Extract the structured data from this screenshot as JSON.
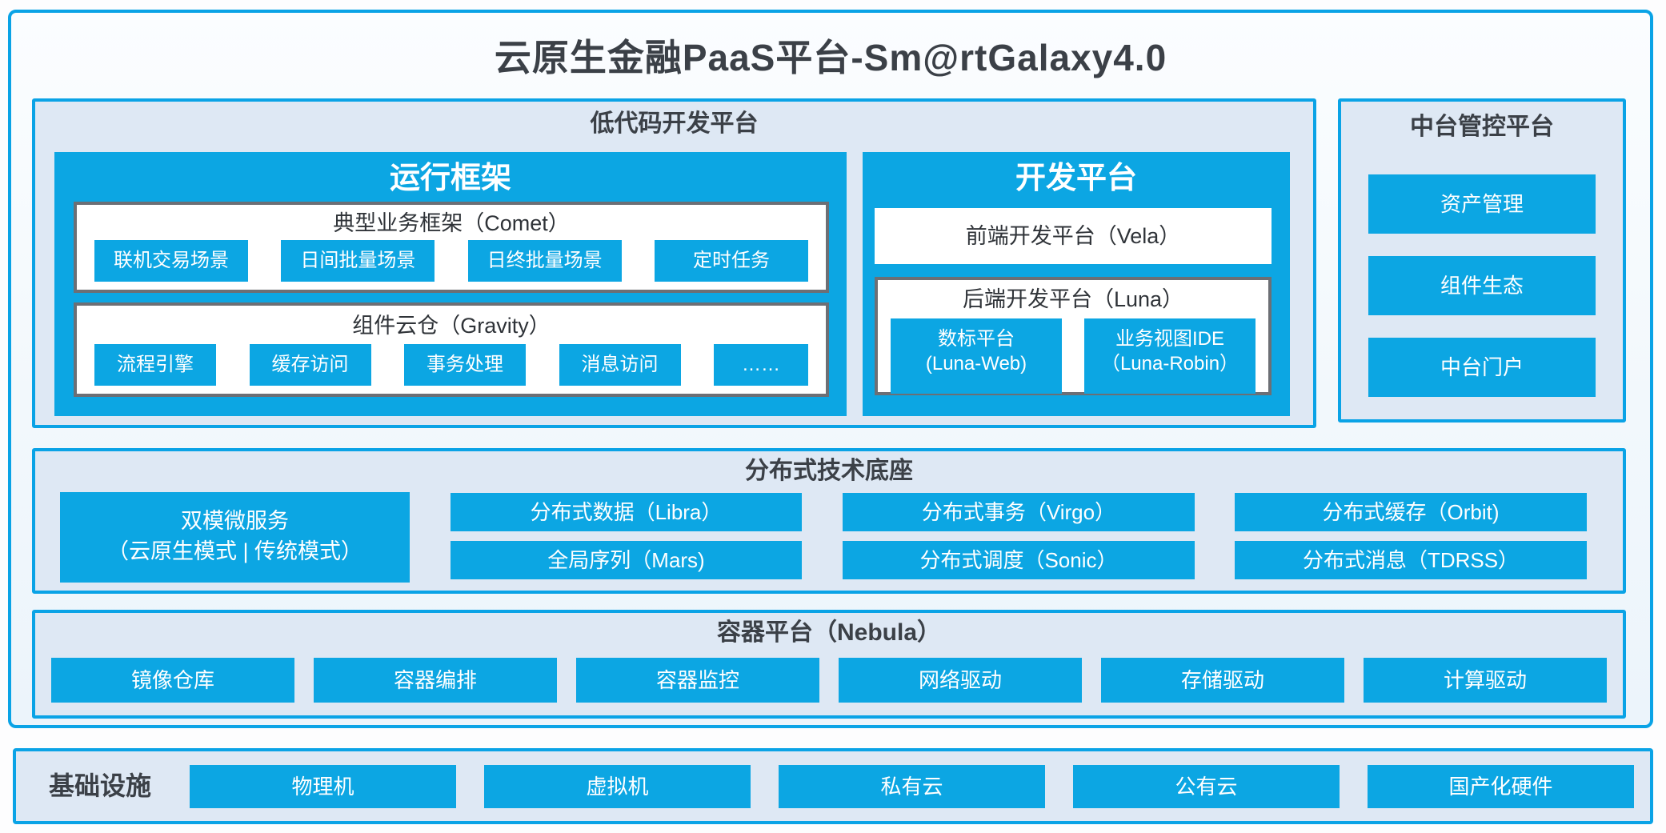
{
  "page": {
    "title": "云原生金融PaaS平台-Sm@rtGalaxy4.0"
  },
  "colors": {
    "accent": "#0CA6E3",
    "border": "#0AA3E6",
    "panel_bg": "#DEE8F4",
    "dark_text": "#3B4047",
    "gray_border": "#6C6F75"
  },
  "lowcode": {
    "title": "低代码开发平台",
    "runtime": {
      "title": "运行框架",
      "comet": {
        "title": "典型业务框架（Comet）",
        "buttons": [
          "联机交易场景",
          "日间批量场景",
          "日终批量场景",
          "定时任务"
        ]
      },
      "gravity": {
        "title": "组件云仓（Gravity）",
        "buttons": [
          "流程引擎",
          "缓存访问",
          "事务处理",
          "消息访问",
          "……"
        ]
      }
    },
    "dev": {
      "title": "开发平台",
      "vela": "前端开发平台（Vela）",
      "luna": {
        "title": "后端开发平台（Luna）",
        "buttons": [
          {
            "line1": "数标平台",
            "line2": "(Luna-Web)"
          },
          {
            "line1": "业务视图IDE",
            "line2": "（Luna-Robin）"
          }
        ]
      }
    }
  },
  "midplatform": {
    "title": "中台管控平台",
    "buttons": [
      "资产管理",
      "组件生态",
      "中台门户"
    ]
  },
  "distributed": {
    "title": "分布式技术底座",
    "dual": {
      "line1": "双模微服务",
      "line2": "（云原生模式 | 传统模式）"
    },
    "cells": [
      "分布式数据（Libra）",
      "分布式事务（Virgo）",
      "分布式缓存（Orbit)",
      "全局序列（Mars)",
      "分布式调度（Sonic）",
      "分布式消息（TDRSS）"
    ]
  },
  "container_platform": {
    "title": "容器平台（Nebula）",
    "buttons": [
      "镜像仓库",
      "容器编排",
      "容器监控",
      "网络驱动",
      "存储驱动",
      "计算驱动"
    ]
  },
  "infrastructure": {
    "label": "基础设施",
    "buttons": [
      "物理机",
      "虚拟机",
      "私有云",
      "公有云",
      "国产化硬件"
    ]
  }
}
